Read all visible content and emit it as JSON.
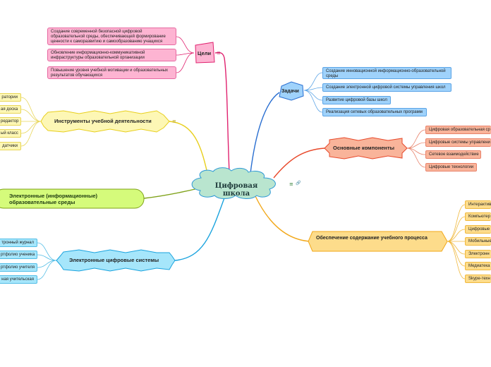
{
  "central": {
    "label": "Цифровая школа"
  },
  "branches": {
    "goals": {
      "label": "Цели",
      "items": [
        "Создание современной безопасной цифровой образовательной среды, обеспечивающей формирование ценности к саморазвитию и самообразованию учащихся",
        "Обновление информационно-коммуникативной инфраструктуры образовательной организации",
        "Повышение уровня учебной мотивации и образовательных результатов обучающихся"
      ]
    },
    "tasks": {
      "label": "Задачи",
      "items": [
        "Создание инновационной информационно-образовательной среды",
        "Создание электронной цифровой системы управления школ",
        "Развитие цифровой базы школ",
        "Реализация сетевых образовательных программ"
      ]
    },
    "components": {
      "label": "Основные компоненты",
      "items": [
        "Цифровая образовательная ср",
        "Цифровые системы управлени",
        "Сетевое взаимодействие",
        "Цифровые технологии"
      ]
    },
    "content": {
      "label": "Обеспечение содержание учебного процесса",
      "items": [
        "Интерактив",
        "Компьютер",
        "Цифровые",
        "Мобильные",
        "Электронн",
        "Медиатека",
        "Skype-техн"
      ]
    },
    "tools": {
      "label": "Инструменты учебной деятельности",
      "items": [
        "ратории",
        "ая доска",
        "редактор",
        "ый класс",
        "датчики"
      ]
    },
    "env": {
      "label": "Электронные (информационные) образовательные среды"
    },
    "systems": {
      "label": "Электронные цифровые системы",
      "items": [
        "тронный журнал",
        "ртфолио ученика",
        "ртфолио учителя",
        "ная учительская"
      ]
    }
  },
  "icons": {
    "menu": "≡",
    "link": "🔗"
  },
  "colors": {
    "pink_branch": "#e0226f",
    "blue_branch": "#2a6fd1",
    "red_branch": "#e8482a",
    "orange_branch": "#f2a81a",
    "yellow_branch": "#e8cf1e",
    "green_branch": "#7fa21a",
    "cyan_branch": "#1aa3de"
  }
}
